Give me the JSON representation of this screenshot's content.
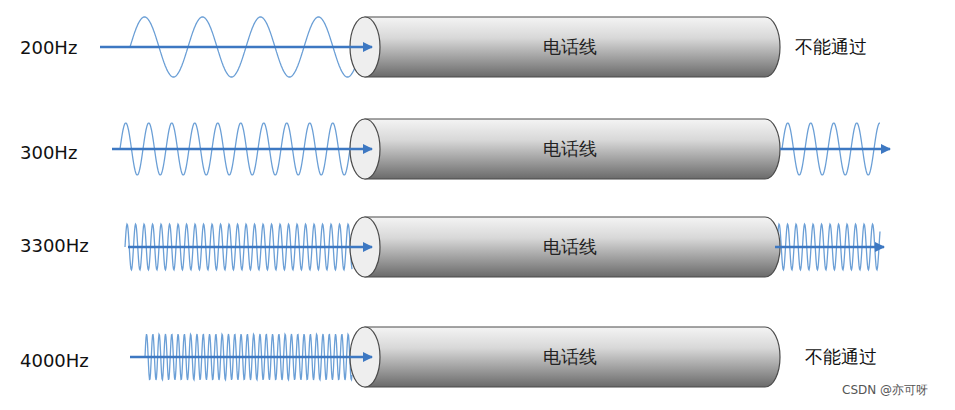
{
  "diagram": {
    "nodes": [
      {
        "text": [
          "电话线"
        ]
      },
      {
        "text": [
          "电话线"
        ]
      },
      {
        "text": [
          "电话线"
        ]
      },
      {
        "text": [
          "电话线"
        ]
      }
    ],
    "labels": [
      "200Hz",
      "不能通过",
      "300Hz",
      "3300Hz",
      "4000Hz",
      "不能通过",
      "CSDN @亦可呀"
    ]
  }
}
